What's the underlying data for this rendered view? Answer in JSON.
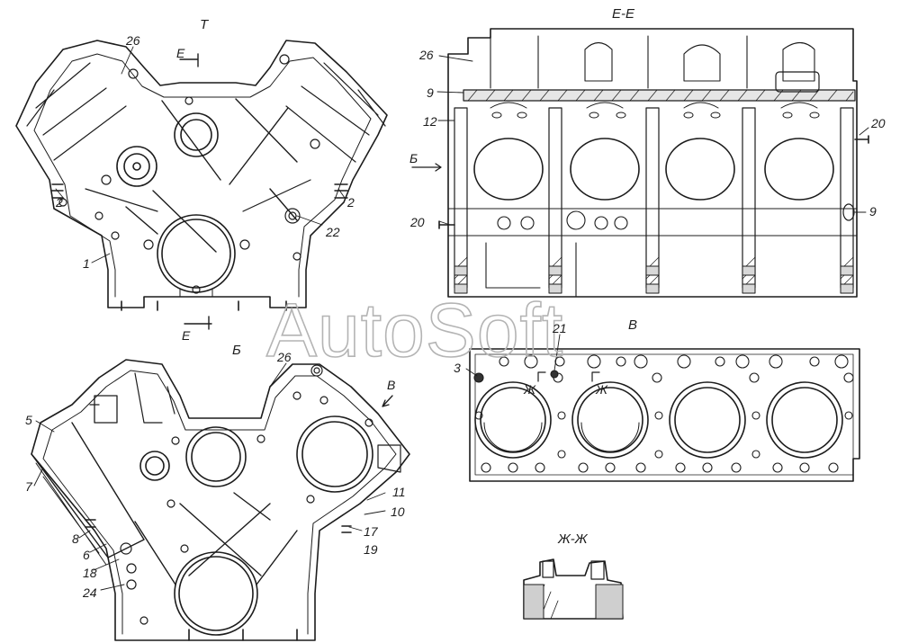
{
  "watermark": "AutoSoft",
  "views": {
    "top_left": {
      "title": "Т",
      "section_top": "Е",
      "section_bottom": "Е"
    },
    "bottom_left": {
      "title": "Б",
      "arrow_label": "В"
    },
    "section_ee": {
      "title": "Е-Е",
      "arrow_label": "Б"
    },
    "gasket": {
      "title": "В",
      "mark_left": "Ж",
      "mark_right": "Ж"
    },
    "section_zh": {
      "title": "Ж-Ж"
    }
  },
  "callouts": {
    "tl_26": "26",
    "tl_2_left": "2",
    "tl_2_right": "2",
    "tl_22": "22",
    "tl_1": "1",
    "bl_26": "26",
    "bl_5": "5",
    "bl_7": "7",
    "bl_8": "8",
    "bl_6": "6",
    "bl_18": "18",
    "bl_24": "24",
    "bl_11": "11",
    "bl_10": "10",
    "bl_17": "17",
    "bl_19": "19",
    "ee_26": "26",
    "ee_9_top": "9",
    "ee_12": "12",
    "ee_20_left": "20",
    "ee_20_right": "20",
    "ee_9_right": "9",
    "g_3": "3",
    "g_21": "21"
  }
}
